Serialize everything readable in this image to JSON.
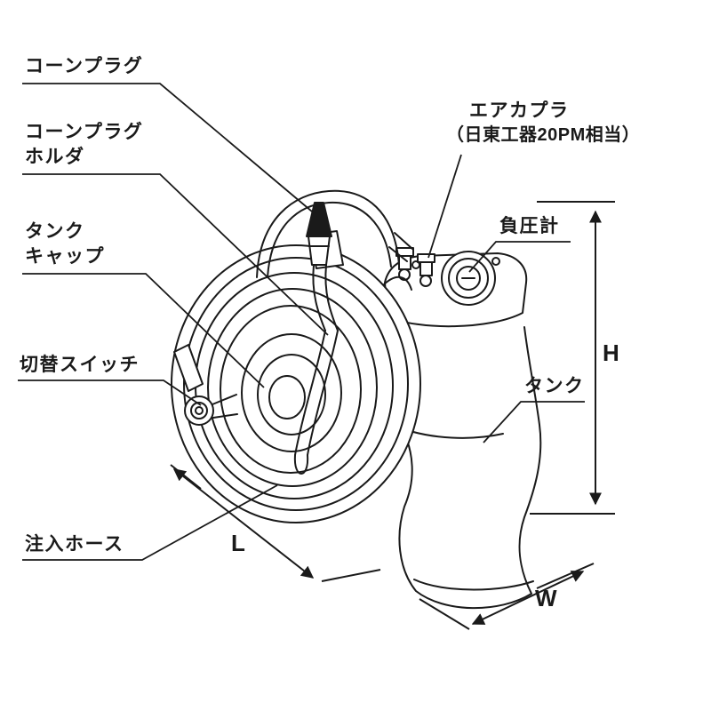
{
  "colors": {
    "line": "#1a1a1a",
    "background": "#ffffff"
  },
  "labels": {
    "cone_plug": "コーンプラグ",
    "cone_plug_holder_1": "コーンプラグ",
    "cone_plug_holder_2": "ホルダ",
    "tank_cap_1": "タンク",
    "tank_cap_2": "キャップ",
    "selector_switch": "切替スイッチ",
    "injection_hose": "注入ホース",
    "air_coupler_1": "エアカプラ",
    "air_coupler_2": "（日東工器20PM相当）",
    "vacuum_gauge": "負圧計",
    "tank": "タンク",
    "dimension_h": "H",
    "dimension_w": "W",
    "dimension_l": "L"
  }
}
